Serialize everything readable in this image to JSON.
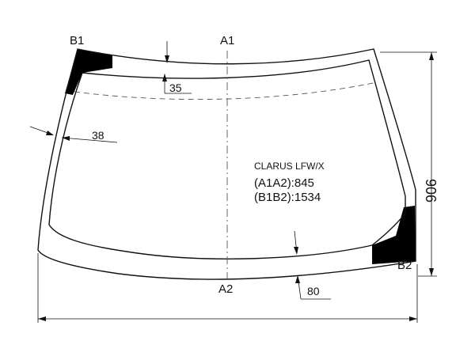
{
  "points": {
    "a1": "A1",
    "a2": "A2",
    "b1": "B1",
    "b2": "B2"
  },
  "dimensions": {
    "top_band": "35",
    "side_band": "38",
    "bottom_band": "80",
    "height": "906"
  },
  "info": {
    "model": "CLARUS LFW/X",
    "a1a2": "(A1A2):845",
    "b1b2": "(B1B2):1534"
  },
  "colors": {
    "line": "#111111",
    "fill_dark": "#000000",
    "background": "#ffffff"
  }
}
